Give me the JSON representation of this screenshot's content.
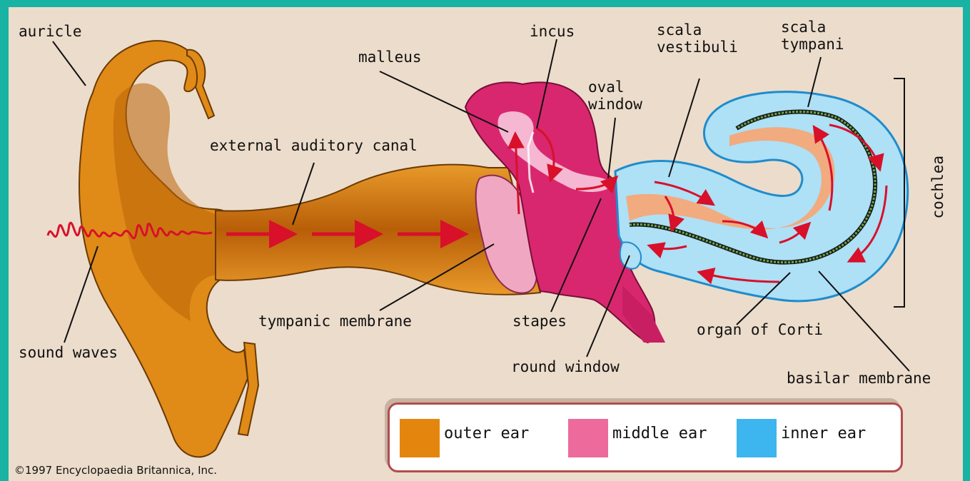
{
  "labels": {
    "auricle": "auricle",
    "malleus": "malleus",
    "incus": "incus",
    "scala_vestibuli": "scala\nvestibuli",
    "scala_tympani": "scala\ntympani",
    "oval_window": "oval\nwindow",
    "external_auditory_canal": "external auditory canal",
    "cochlea": "cochlea",
    "sound_waves": "sound waves",
    "tympanic_membrane": "tympanic membrane",
    "stapes": "stapes",
    "organ_of_corti": "organ of Corti",
    "round_window": "round window",
    "basilar_membrane": "basilar membrane"
  },
  "legend": {
    "items": [
      {
        "label": "outer ear",
        "color": "#e4860e"
      },
      {
        "label": "middle ear",
        "color": "#ec6a9c"
      },
      {
        "label": "inner ear",
        "color": "#3db5ee"
      }
    ]
  },
  "copyright": "©1997 Encyclopaedia Britannica, Inc.",
  "colors": {
    "background": "#ecdccb",
    "frame": "#18b3a3",
    "outer_ear": "#d47a10",
    "middle_ear": "#d8276f",
    "inner_ear": "#3db5ee",
    "arrows": "#d8102a"
  }
}
